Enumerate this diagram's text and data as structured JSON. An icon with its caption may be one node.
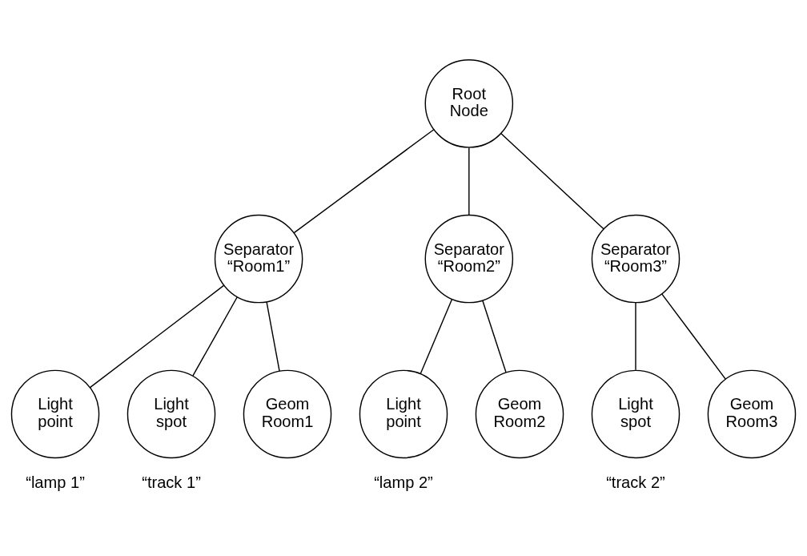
{
  "diagram": {
    "nodes": [
      {
        "text": [
          "Root Node"
        ]
      },
      {
        "text": [
          "Separator “Room1”"
        ]
      },
      {
        "text": [
          "Separator “Room2”"
        ]
      },
      {
        "text": [
          "Separator “Room3”"
        ]
      },
      {
        "text": [
          "Light point"
        ],
        "beside": [
          "“lamp 1”"
        ]
      },
      {
        "text": [
          "Light spot"
        ],
        "beside": [
          "“track 1”"
        ]
      },
      {
        "text": [
          "Geom Room1"
        ]
      },
      {
        "text": [
          "Light point"
        ],
        "beside": [
          "“lamp 2”"
        ]
      },
      {
        "text": [
          "Geom Room2"
        ]
      },
      {
        "text": [
          "Light spot"
        ],
        "beside": [
          "“track 2”"
        ]
      },
      {
        "text": [
          "Geom Room3"
        ]
      }
    ],
    "edges": [
      {
        "from": 0,
        "to": 1,
        "arrow": "none"
      },
      {
        "from": 0,
        "to": 2,
        "arrow": "none"
      },
      {
        "from": 0,
        "to": 3,
        "arrow": "none"
      },
      {
        "from": 1,
        "to": 4,
        "arrow": "none"
      },
      {
        "from": 1,
        "to": 5,
        "arrow": "none"
      },
      {
        "from": 1,
        "to": 6,
        "arrow": "none"
      },
      {
        "from": 2,
        "to": 7,
        "arrow": "none"
      },
      {
        "from": 2,
        "to": 8,
        "arrow": "none"
      },
      {
        "from": 3,
        "to": 9,
        "arrow": "none"
      },
      {
        "from": 3,
        "to": 10,
        "arrow": "none"
      }
    ]
  }
}
